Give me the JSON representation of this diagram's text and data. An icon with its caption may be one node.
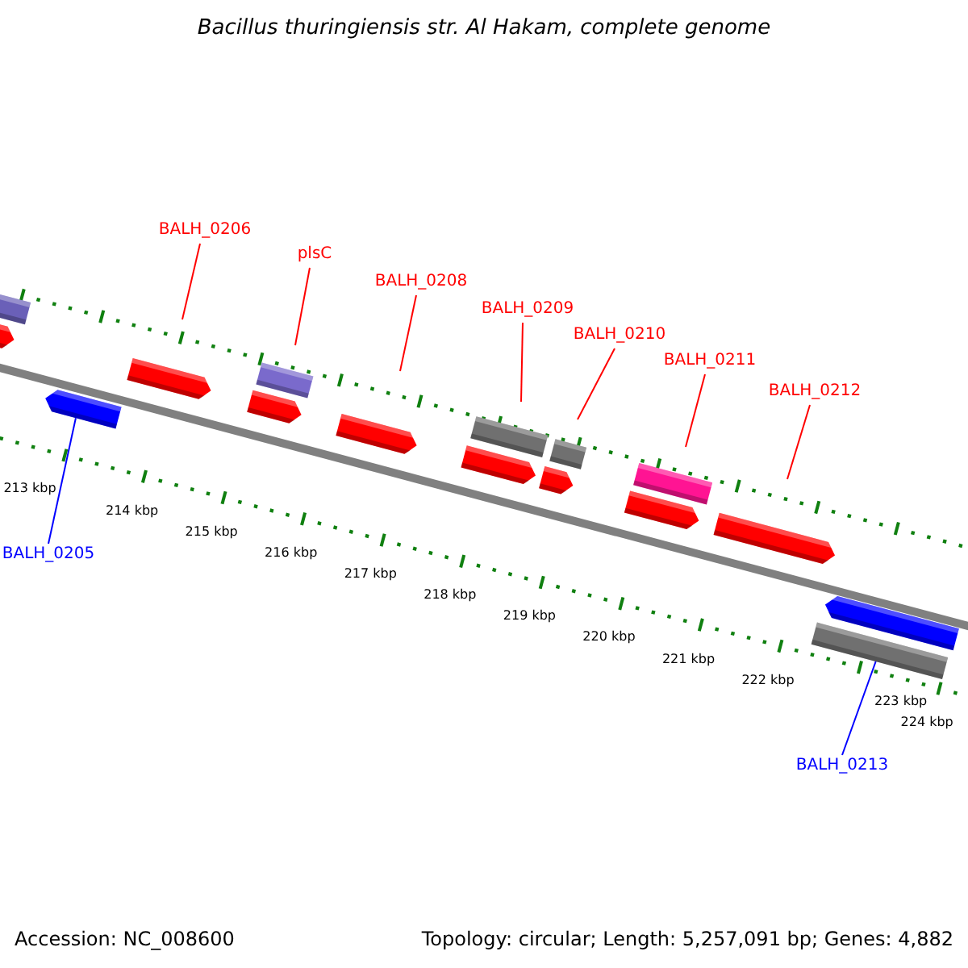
{
  "diagram": {
    "title": "Bacillus thuringiensis str. Al Hakam, complete genome",
    "nodes": [
      {
        "text": [
          "BALH_0206"
        ]
      },
      {
        "text": [
          "plsC"
        ]
      },
      {
        "text": [
          "BALH_0208"
        ]
      },
      {
        "text": [
          "BALH_0209"
        ]
      },
      {
        "text": [
          "BALH_0210"
        ]
      },
      {
        "text": [
          "BALH_0211"
        ]
      },
      {
        "text": [
          "BALH_0212"
        ]
      },
      {
        "text": [
          "BALH_0205"
        ]
      },
      {
        "text": [
          "BALH_0213"
        ]
      },
      {
        "text": [],
        "shape": "arrow"
      },
      {
        "text": [],
        "shape": "bar"
      }
    ],
    "edges": [
      {
        "from": 0,
        "to": null,
        "arrow": "none"
      },
      {
        "from": 1,
        "to": null,
        "arrow": "none"
      },
      {
        "from": 2,
        "to": null,
        "arrow": "none"
      },
      {
        "from": 3,
        "to": null,
        "arrow": "none"
      },
      {
        "from": 4,
        "to": null,
        "arrow": "none"
      },
      {
        "from": 5,
        "to": null,
        "arrow": "none"
      },
      {
        "from": 6,
        "to": null,
        "arrow": "none"
      },
      {
        "from": 7,
        "to": 9,
        "arrow": "none",
        "color": "#0000ff"
      },
      {
        "from": 8,
        "to": 10,
        "arrow": "none",
        "color": "#0000ff"
      }
    ],
    "labels": [
      "213 kbp",
      "214 kbp",
      "215 kbp",
      "216 kbp",
      "217 kbp",
      "218 kbp",
      "219 kbp",
      "220 kbp",
      "221 kbp",
      "222 kbp",
      "223 kbp",
      "224 kbp",
      "Accession: NC_008600",
      "Topology: circular; Length: 5,257,091 bp; Genes: 4,882"
    ]
  }
}
